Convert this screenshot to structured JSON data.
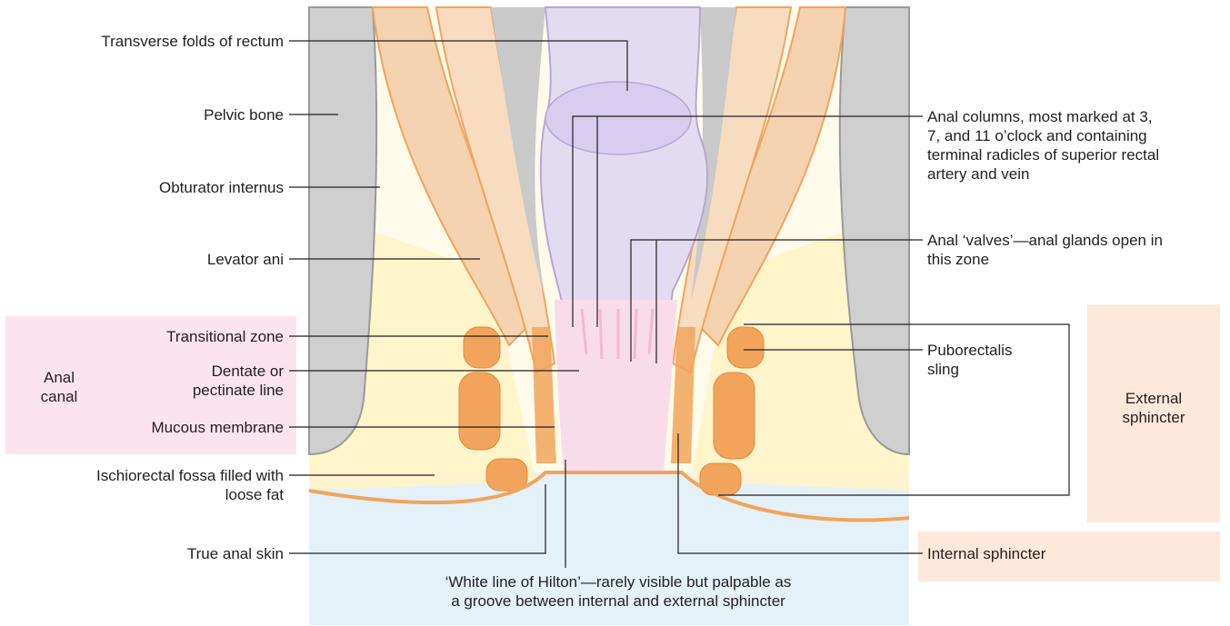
{
  "colors": {
    "muscle": "#f2a45c",
    "muscle_fill": "#f5d2b0",
    "fat": "#fff7d6",
    "bone": "#c8c8c8",
    "rectum": "#e3dcf0",
    "mucosa": "#f9dcea",
    "skin_region": "#e4f1f8",
    "anal_canal_box": "#fbe4ee",
    "external_sphincter_box": "#fde8d9",
    "leader_line": "#231f20"
  },
  "labels": {
    "transverse_folds": "Transverse folds of rectum",
    "pelvic_bone": "Pelvic bone",
    "obturator_internus": "Obturator internus",
    "levator_ani": "Levator ani",
    "transitional_zone": "Transitional zone",
    "dentate_line_1": "Dentate or",
    "dentate_line_2": "pectinate line",
    "mucous_membrane": "Mucous membrane",
    "ischiorectal_1": "Ischiorectal fossa filled with",
    "ischiorectal_2": "loose fat",
    "true_anal_skin": "True anal skin",
    "white_line_1": "‘White line of Hilton’—rarely visible but palpable as",
    "white_line_2": "a groove between internal and external sphincter",
    "anal_columns_1": "Anal columns, most marked at 3,",
    "anal_columns_2": "7, and 11 o’clock and containing",
    "anal_columns_3": "terminal radicles of superior rectal",
    "anal_columns_4": "artery and vein",
    "anal_valves_1": "Anal ‘valves’—anal glands open in",
    "anal_valves_2": "this zone",
    "puborectalis_1": "Puborectalis",
    "puborectalis_2": "sling",
    "internal_sphincter": "Internal sphincter",
    "external_sphincter_1": "External",
    "external_sphincter_2": "sphincter",
    "anal_canal_1": "Anal",
    "anal_canal_2": "canal"
  }
}
